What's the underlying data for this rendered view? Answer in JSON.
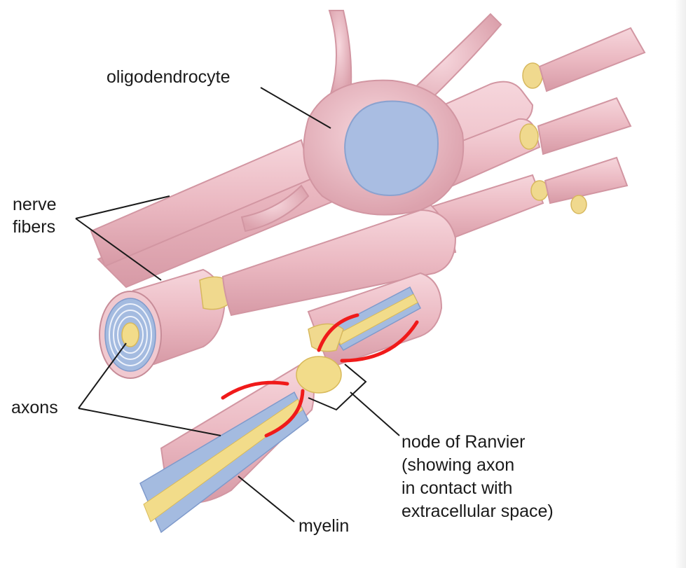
{
  "labels": {
    "oligodendrocyte": "oligodendrocyte",
    "nerve_fibers_1": "nerve",
    "nerve_fibers_2": "fibers",
    "axons": "axons",
    "node_1": "node of Ranvier",
    "node_2": "(showing axon",
    "node_3": "in contact with",
    "node_4": "extracellular space)",
    "myelin": "myelin"
  },
  "colors": {
    "fiber_pink": "#ecbcc4",
    "fiber_dark": "#d89aa6",
    "fiber_light": "#f8dde2",
    "myelin_blue": "#9db5dc",
    "nucleus_blue": "#aabde0",
    "axon_yellow": "#f2dc8a",
    "annotation_red": "#f01a1a"
  }
}
